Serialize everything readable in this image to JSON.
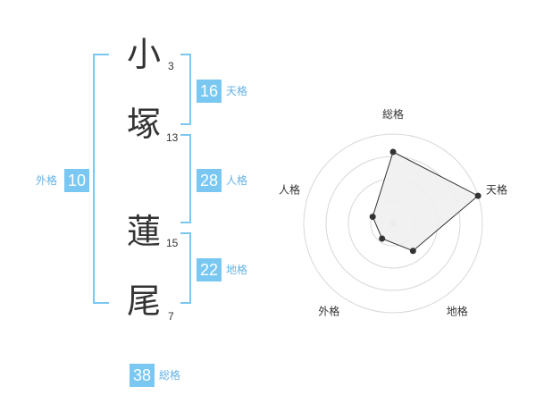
{
  "name": {
    "chars": [
      {
        "char": "小",
        "strokes": "3"
      },
      {
        "char": "塚",
        "strokes": "13"
      },
      {
        "char": "蓮",
        "strokes": "15"
      },
      {
        "char": "尾",
        "strokes": "7"
      }
    ]
  },
  "fortunes": {
    "tenkaku": {
      "value": "16",
      "label": "天格"
    },
    "jinkaku": {
      "value": "28",
      "label": "人格"
    },
    "chikaku": {
      "value": "22",
      "label": "地格"
    },
    "gaikaku": {
      "value": "10",
      "label": "外格"
    },
    "soukaku": {
      "value": "38",
      "label": "総格"
    }
  },
  "chart_data": {
    "type": "radar",
    "axes": [
      "総格",
      "天格",
      "地格",
      "外格",
      "人格"
    ],
    "values": [
      0.8,
      1.0,
      0.38,
      0.21,
      0.24
    ],
    "range": [
      0,
      1
    ],
    "rings": 4,
    "colors": {
      "fill": "#f0f0f0",
      "line": "#333333",
      "grid": "#d8d8d8"
    }
  }
}
